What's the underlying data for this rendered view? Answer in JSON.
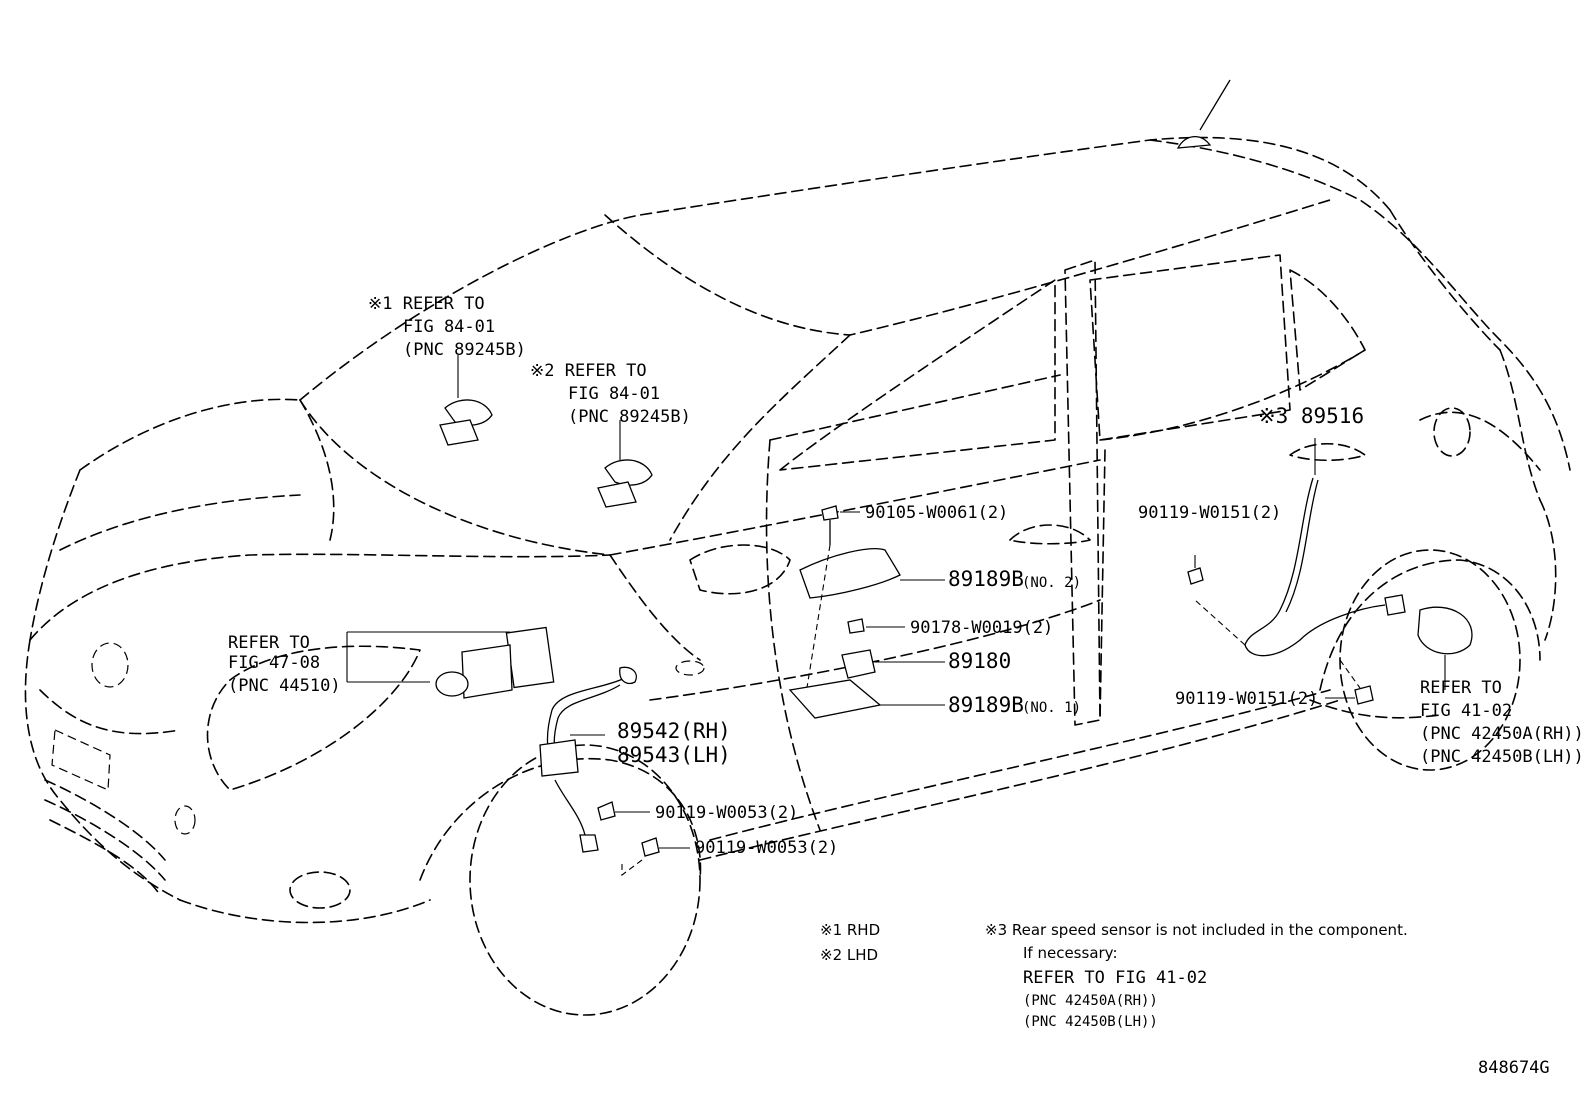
{
  "callouts": {
    "ref_rhd": [
      "※1 REFER TO",
      "FIG 84-01",
      "(PNC 89245B)"
    ],
    "ref_lhd": [
      "※2 REFER TO",
      "FIG 84-01",
      "(PNC 89245B)"
    ],
    "ref_abs": [
      "REFER TO",
      "FIG 47-08",
      "(PNC 44510)"
    ],
    "ref_hub": [
      "REFER TO",
      "FIG 41-02",
      "(PNC 42450A(RH))",
      "(PNC 42450B(LH))"
    ]
  },
  "parts": {
    "p89516": "※3 89516",
    "p90119_w0151_a": "90119-W0151(2)",
    "p90119_w0151_b": "90119-W0151(2)",
    "p90105": "90105-W0061(2)",
    "p89189b_no2": "89189B",
    "p89189b_no2_suffix": "(NO. 2)",
    "p90178": "90178-W0019(2)",
    "p89180": "89180",
    "p89189b_no1": "89189B",
    "p89189b_no1_suffix": "(NO. 1)",
    "p89542": "89542(RH)",
    "p89543": "89543(LH)",
    "p90119_w0053_a": "90119-W0053(2)",
    "p90119_w0053_b": "90119-W0053(2)"
  },
  "legend": {
    "rhd": "※1 RHD",
    "lhd": "※2 LHD",
    "note3_line1": "※3 Rear speed sensor is not included in the component.",
    "note3_line2": "If necessary:",
    "note3_line3": "REFER TO FIG 41-02",
    "note3_line4": "(PNC 42450A(RH))",
    "note3_line5": "(PNC 42450B(LH))"
  },
  "figure_id": "848674G"
}
